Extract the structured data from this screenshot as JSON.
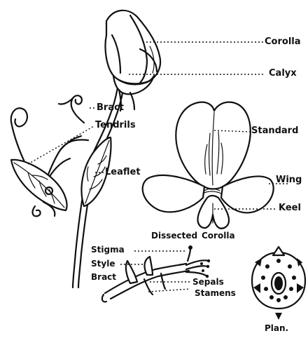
{
  "labels": {
    "corolla": "Corolla",
    "calyx": "Calyx",
    "bract_top": "Bract",
    "tendrils": "Tendrils",
    "leaflet": "Leaflet",
    "standard": "Standard",
    "wing": "Wing",
    "keel": "Keel",
    "dissected": "Dissected",
    "dissected_corolla": "Corolla",
    "stigma": "Stigma",
    "style": "Style",
    "bract_bottom": "Bract",
    "sepals": "Sepals",
    "stamens": "Stamens",
    "plan": "Plan."
  }
}
